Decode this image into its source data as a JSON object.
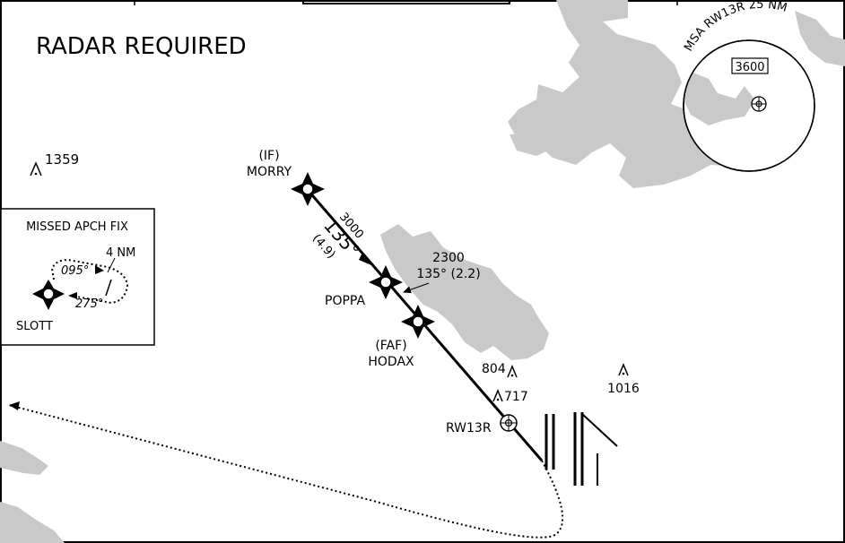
{
  "chart": {
    "title": "RADAR REQUIRED",
    "fixes": {
      "morry": {
        "qualifier": "(IF)",
        "name": "MORRY"
      },
      "poppa": {
        "name": "POPPA"
      },
      "hodax": {
        "qualifier": "(FAF)",
        "name": "HODAX"
      },
      "runway": {
        "name": "RW13R"
      }
    },
    "segments": {
      "morry_poppa": {
        "altitude": "3000",
        "course": "135°",
        "distance": "(4.9)"
      },
      "poppa_hodax": {
        "altitude": "2300",
        "course_distance": "135° (2.2)"
      }
    },
    "obstacles": {
      "o1359": "1359",
      "o804": "804",
      "o717": "717",
      "o1016": "1016"
    },
    "msa": {
      "title": "MSA RW13R 25 NM",
      "altitude": "3600"
    },
    "missed_apch_inset": {
      "title": "MISSED APCH FIX",
      "outbound_course": "095°",
      "inbound_course": "275°",
      "leg_length": "4 NM",
      "fix_name": "SLOTT"
    }
  }
}
